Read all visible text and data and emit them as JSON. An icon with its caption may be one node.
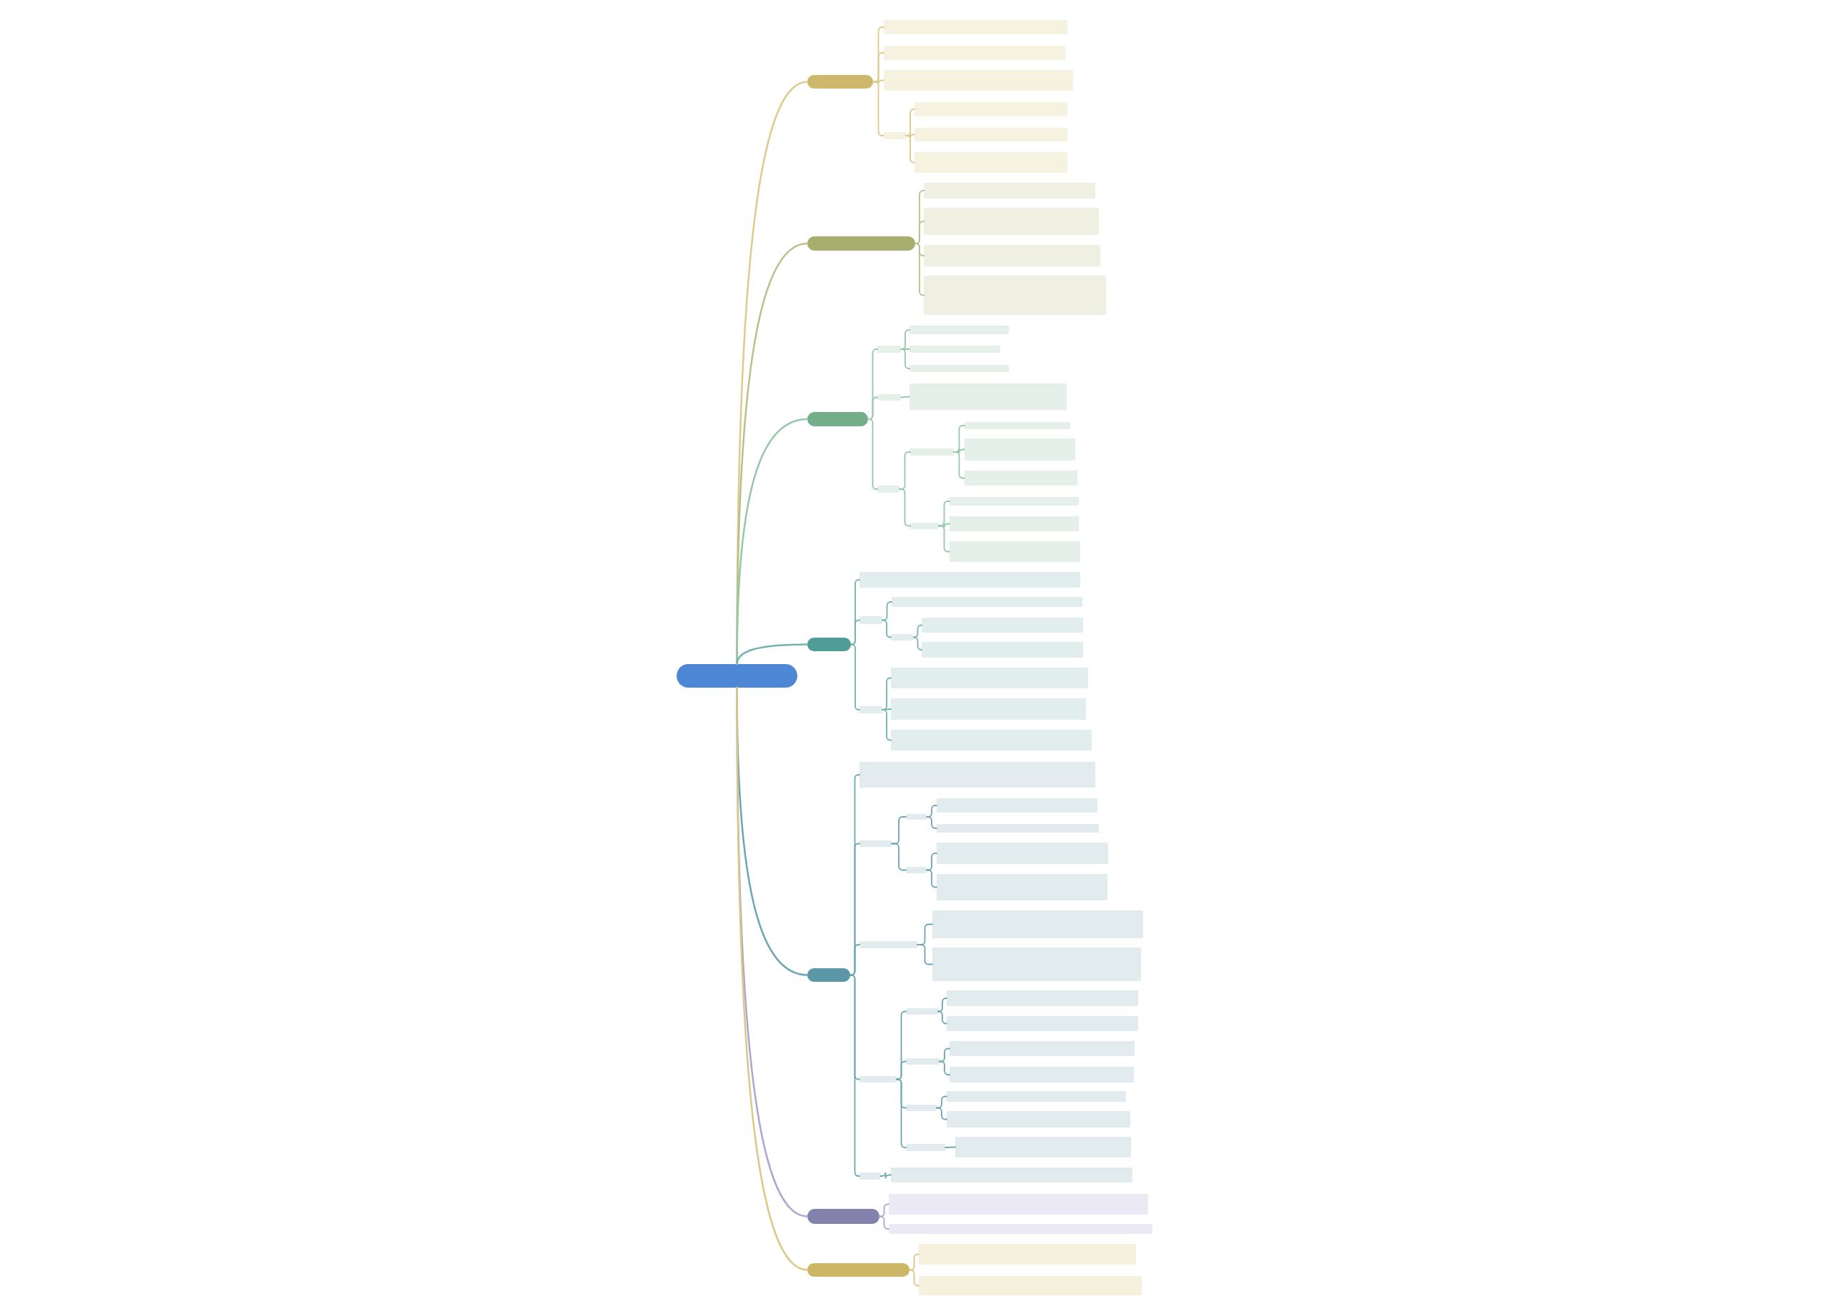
{
  "diagram": {
    "nodes": [
      {
        "text": [],
        "shape": "pill"
      },
      {
        "text": [],
        "shape": "pill"
      },
      {
        "text": [],
        "shape": "box"
      },
      {
        "text": [],
        "shape": "box"
      },
      {
        "text": [],
        "shape": "box"
      },
      {
        "text": [],
        "shape": "box"
      },
      {
        "text": [],
        "shape": "box"
      },
      {
        "text": [],
        "shape": "box"
      },
      {
        "text": [],
        "shape": "box"
      },
      {
        "text": [],
        "shape": "pill"
      },
      {
        "text": [],
        "shape": "box"
      },
      {
        "text": [],
        "shape": "box"
      },
      {
        "text": [],
        "shape": "box"
      },
      {
        "text": [],
        "shape": "box"
      },
      {
        "text": [],
        "shape": "pill"
      },
      {
        "text": [],
        "shape": "box"
      },
      {
        "text": [],
        "shape": "box"
      },
      {
        "text": [],
        "shape": "box"
      },
      {
        "text": [],
        "shape": "box"
      },
      {
        "text": [],
        "shape": "box"
      },
      {
        "text": [],
        "shape": "box"
      },
      {
        "text": [],
        "shape": "box"
      },
      {
        "text": [],
        "shape": "box"
      },
      {
        "text": [],
        "shape": "box"
      },
      {
        "text": [],
        "shape": "box"
      },
      {
        "text": [],
        "shape": "box"
      },
      {
        "text": [],
        "shape": "box"
      },
      {
        "text": [],
        "shape": "box"
      },
      {
        "text": [],
        "shape": "box"
      },
      {
        "text": [],
        "shape": "box"
      },
      {
        "text": [],
        "shape": "pill"
      },
      {
        "text": [],
        "shape": "box"
      },
      {
        "text": [],
        "shape": "box"
      },
      {
        "text": [],
        "shape": "box"
      },
      {
        "text": [],
        "shape": "box"
      },
      {
        "text": [],
        "shape": "box"
      },
      {
        "text": [],
        "shape": "box"
      },
      {
        "text": [],
        "shape": "box"
      },
      {
        "text": [],
        "shape": "box"
      },
      {
        "text": [],
        "shape": "box"
      },
      {
        "text": [],
        "shape": "box"
      },
      {
        "text": [],
        "shape": "pill"
      },
      {
        "text": [],
        "shape": "box"
      },
      {
        "text": [],
        "shape": "box"
      },
      {
        "text": [],
        "shape": "box"
      },
      {
        "text": [],
        "shape": "box"
      },
      {
        "text": [],
        "shape": "box"
      },
      {
        "text": [],
        "shape": "box"
      },
      {
        "text": [],
        "shape": "box"
      },
      {
        "text": [],
        "shape": "box"
      },
      {
        "text": [],
        "shape": "box"
      },
      {
        "text": [],
        "shape": "box"
      },
      {
        "text": [],
        "shape": "box"
      },
      {
        "text": [],
        "shape": "box"
      },
      {
        "text": [],
        "shape": "box"
      },
      {
        "text": [],
        "shape": "box"
      },
      {
        "text": [],
        "shape": "box"
      },
      {
        "text": [],
        "shape": "box"
      },
      {
        "text": [],
        "shape": "box"
      },
      {
        "text": [],
        "shape": "box"
      },
      {
        "text": [],
        "shape": "box"
      },
      {
        "text": [],
        "shape": "box"
      },
      {
        "text": [],
        "shape": "box"
      },
      {
        "text": [],
        "shape": "box"
      },
      {
        "text": [],
        "shape": "box"
      },
      {
        "text": [],
        "shape": "box"
      },
      {
        "text": [],
        "shape": "box"
      },
      {
        "text": [],
        "shape": "pill"
      },
      {
        "text": [],
        "shape": "box"
      },
      {
        "text": [],
        "shape": "box"
      },
      {
        "text": [],
        "shape": "pill"
      },
      {
        "text": [],
        "shape": "box"
      },
      {
        "text": [],
        "shape": "box"
      }
    ],
    "edges": [
      {
        "from": 0,
        "to": 1,
        "arrow": "none",
        "color": "#dccb8c"
      },
      {
        "from": 1,
        "to": 2,
        "arrow": "none",
        "color": "#dccb8c"
      },
      {
        "from": 1,
        "to": 3,
        "arrow": "none",
        "color": "#dccb8c"
      },
      {
        "from": 1,
        "to": 4,
        "arrow": "none",
        "color": "#dccb8c"
      },
      {
        "from": 1,
        "to": 5,
        "arrow": "none",
        "color": "#dccb8c"
      },
      {
        "from": 5,
        "to": 6,
        "arrow": "none",
        "color": "#dccb8c"
      },
      {
        "from": 5,
        "to": 7,
        "arrow": "none",
        "color": "#dccb8c"
      },
      {
        "from": 5,
        "to": 8,
        "arrow": "none",
        "color": "#dccb8c"
      },
      {
        "from": 0,
        "to": 9,
        "arrow": "none",
        "color": "#b9c08a"
      },
      {
        "from": 9,
        "to": 10,
        "arrow": "none",
        "color": "#b9c08a"
      },
      {
        "from": 9,
        "to": 11,
        "arrow": "none",
        "color": "#b9c08a"
      },
      {
        "from": 9,
        "to": 12,
        "arrow": "none",
        "color": "#b9c08a"
      },
      {
        "from": 9,
        "to": 13,
        "arrow": "none",
        "color": "#b9c08a"
      },
      {
        "from": 0,
        "to": 14,
        "arrow": "none",
        "color": "#94c8a8"
      },
      {
        "from": 14,
        "to": 15,
        "arrow": "none",
        "color": "#94c8a8"
      },
      {
        "from": 15,
        "to": 16,
        "arrow": "none",
        "color": "#94c8a8"
      },
      {
        "from": 15,
        "to": 17,
        "arrow": "none",
        "color": "#94c8a8"
      },
      {
        "from": 15,
        "to": 18,
        "arrow": "none",
        "color": "#94c8a8"
      },
      {
        "from": 14,
        "to": 19,
        "arrow": "none",
        "color": "#94c8a8"
      },
      {
        "from": 19,
        "to": 20,
        "arrow": "none",
        "color": "#94c8a8"
      },
      {
        "from": 14,
        "to": 21,
        "arrow": "none",
        "color": "#94c8a8"
      },
      {
        "from": 21,
        "to": 22,
        "arrow": "none",
        "color": "#94c8a8"
      },
      {
        "from": 22,
        "to": 23,
        "arrow": "none",
        "color": "#94c8a8"
      },
      {
        "from": 22,
        "to": 24,
        "arrow": "none",
        "color": "#94c8a8"
      },
      {
        "from": 22,
        "to": 25,
        "arrow": "none",
        "color": "#94c8a8"
      },
      {
        "from": 21,
        "to": 26,
        "arrow": "none",
        "color": "#94c8a8"
      },
      {
        "from": 26,
        "to": 27,
        "arrow": "none",
        "color": "#94c8a8"
      },
      {
        "from": 26,
        "to": 28,
        "arrow": "none",
        "color": "#94c8a8"
      },
      {
        "from": 26,
        "to": 29,
        "arrow": "none",
        "color": "#94c8a8"
      },
      {
        "from": 0,
        "to": 30,
        "arrow": "none",
        "color": "#72b3ae"
      },
      {
        "from": 30,
        "to": 31,
        "arrow": "none",
        "color": "#72b3ae"
      },
      {
        "from": 30,
        "to": 32,
        "arrow": "none",
        "color": "#72b3ae"
      },
      {
        "from": 32,
        "to": 33,
        "arrow": "none",
        "color": "#72b3ae"
      },
      {
        "from": 32,
        "to": 34,
        "arrow": "none",
        "color": "#72b3ae"
      },
      {
        "from": 34,
        "to": 35,
        "arrow": "none",
        "color": "#72b3ae"
      },
      {
        "from": 34,
        "to": 36,
        "arrow": "none",
        "color": "#72b3ae"
      },
      {
        "from": 30,
        "to": 37,
        "arrow": "none",
        "color": "#72b3ae"
      },
      {
        "from": 37,
        "to": 38,
        "arrow": "none",
        "color": "#72b3ae"
      },
      {
        "from": 37,
        "to": 39,
        "arrow": "none",
        "color": "#72b3ae"
      },
      {
        "from": 37,
        "to": 40,
        "arrow": "none",
        "color": "#72b3ae"
      },
      {
        "from": 0,
        "to": 41,
        "arrow": "none"
      },
      {
        "from": 41,
        "to": 42,
        "arrow": "none"
      },
      {
        "from": 41,
        "to": 43,
        "arrow": "none"
      },
      {
        "from": 43,
        "to": 44,
        "arrow": "none"
      },
      {
        "from": 44,
        "to": 45,
        "arrow": "none"
      },
      {
        "from": 44,
        "to": 46,
        "arrow": "none"
      },
      {
        "from": 43,
        "to": 47,
        "arrow": "none"
      },
      {
        "from": 47,
        "to": 48,
        "arrow": "none"
      },
      {
        "from": 47,
        "to": 49,
        "arrow": "none"
      },
      {
        "from": 41,
        "to": 50,
        "arrow": "none"
      },
      {
        "from": 50,
        "to": 51,
        "arrow": "none"
      },
      {
        "from": 50,
        "to": 52,
        "arrow": "none"
      },
      {
        "from": 41,
        "to": 53,
        "arrow": "none"
      },
      {
        "from": 53,
        "to": 54,
        "arrow": "none"
      },
      {
        "from": 54,
        "to": 55,
        "arrow": "none"
      },
      {
        "from": 54,
        "to": 56,
        "arrow": "none"
      },
      {
        "from": 53,
        "to": 57,
        "arrow": "none"
      },
      {
        "from": 57,
        "to": 58,
        "arrow": "none"
      },
      {
        "from": 57,
        "to": 59,
        "arrow": "none"
      },
      {
        "from": 53,
        "to": 60,
        "arrow": "none"
      },
      {
        "from": 60,
        "to": 61,
        "arrow": "none"
      },
      {
        "from": 60,
        "to": 62,
        "arrow": "none"
      },
      {
        "from": 53,
        "to": 63,
        "arrow": "none"
      },
      {
        "from": 63,
        "to": 64,
        "arrow": "none"
      },
      {
        "from": 41,
        "to": 65,
        "arrow": "none"
      },
      {
        "from": 65,
        "to": 66,
        "arrow": "none"
      },
      {
        "from": 0,
        "to": 67,
        "arrow": "none",
        "color": "#aaa8d0"
      },
      {
        "from": 67,
        "to": 68,
        "arrow": "none",
        "color": "#aaa8d0"
      },
      {
        "from": 67,
        "to": 69,
        "arrow": "none",
        "color": "#aaa8d0"
      },
      {
        "from": 0,
        "to": 70,
        "arrow": "none",
        "color": "#dcc785"
      },
      {
        "from": 70,
        "to": 71,
        "arrow": "none",
        "color": "#dcc785"
      },
      {
        "from": 70,
        "to": 72,
        "arrow": "none",
        "color": "#dcc785"
      }
    ]
  }
}
